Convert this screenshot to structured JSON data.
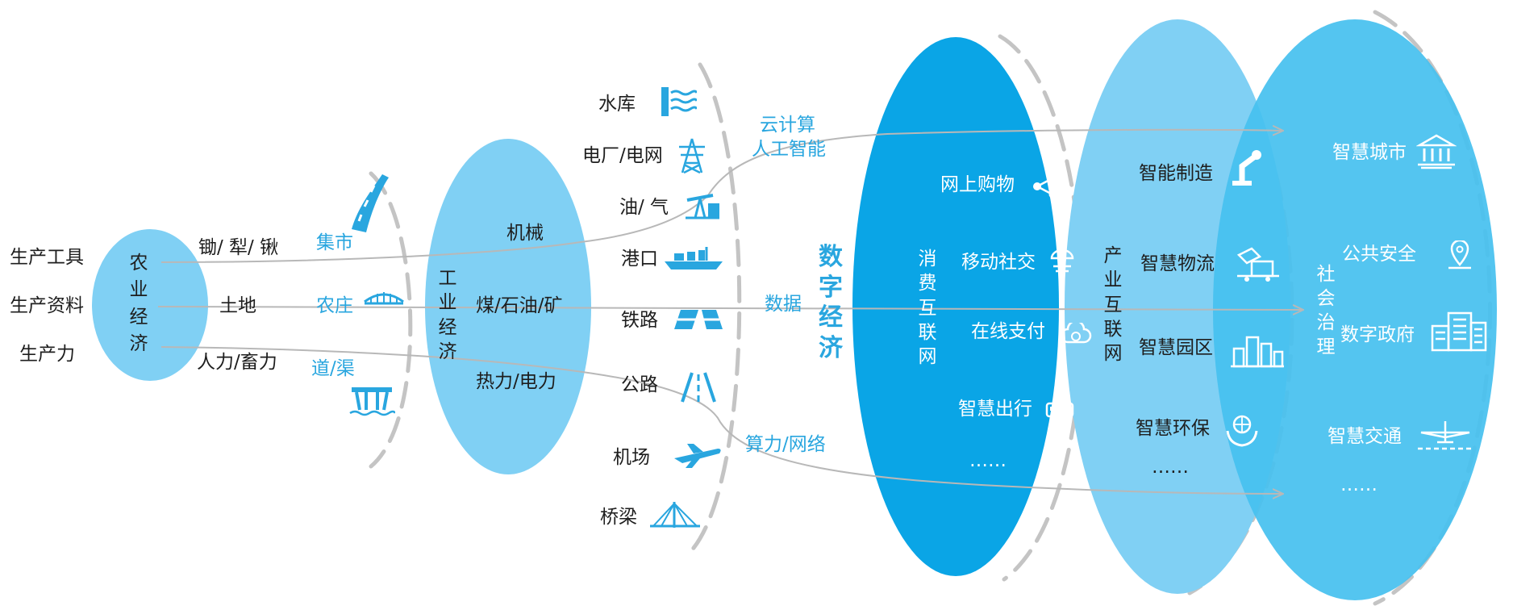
{
  "inputs": {
    "tool": "生产工具",
    "material": "生产资料",
    "power": "生产力"
  },
  "agri": {
    "title": "农业经济",
    "links": {
      "tool": "锄/ 犁/ 锹",
      "land": "土地",
      "power": "人力/畜力"
    },
    "infra": {
      "market": "集市",
      "farm": "农庄",
      "canal": "道/渠"
    }
  },
  "ind": {
    "title": "工业经济",
    "items": {
      "machine": "机械",
      "energy": "煤/石油/矿",
      "heat": "热力/电力"
    },
    "infra": {
      "reservoir": "水库",
      "power_plant": "电厂/电网",
      "oil": "油/ 气",
      "port": "港口",
      "rail": "铁路",
      "road": "公路",
      "airport": "机场",
      "bridge": "桥梁"
    }
  },
  "digital": {
    "title": "数字经济",
    "links": {
      "cloud": "云计算",
      "ai": "人工智能",
      "data": "数据",
      "compute": "算力/网络"
    }
  },
  "consumer": {
    "title": "消费互联网",
    "items": {
      "shop": "网上购物",
      "social": "移动社交",
      "pay": "在线支付",
      "travel": "智慧出行",
      "more": "……"
    }
  },
  "industry_net": {
    "title": "产业互联网",
    "items": {
      "mfg": "智能制造",
      "logistics": "智慧物流",
      "park": "智慧园区",
      "eco": "智慧环保",
      "more": "……"
    }
  },
  "social": {
    "title": "社会治理",
    "items": {
      "city": "智慧城市",
      "safety": "公共安全",
      "gov": "数字政府",
      "traffic": "智慧交通",
      "more": "……"
    }
  },
  "colors": {
    "light": "#80d0f4",
    "mid": "#45c0ef",
    "deep": "#0aa5e6",
    "text_blue": "#29a6df",
    "dash": "#c4c4c4",
    "line": "#b8b8b8"
  }
}
